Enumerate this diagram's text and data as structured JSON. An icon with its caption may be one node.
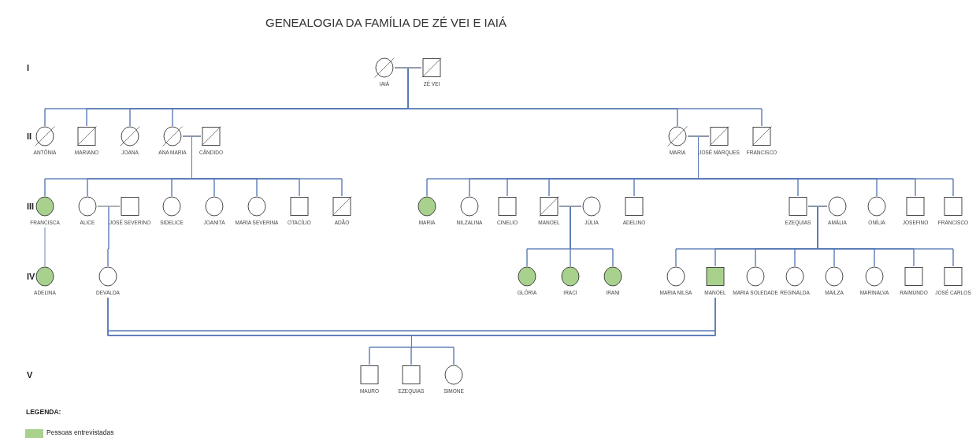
{
  "diagram": {
    "title": "GENEALOGIA DA FAMÍLIA DE ZÉ VEI E IAIÁ",
    "nodes": [
      {
        "text": [],
        "shape": "circle",
        "beside": [
          "IAIÁ"
        ]
      },
      {
        "text": [],
        "shape": "box",
        "beside": [
          "ZÉ VEI"
        ]
      },
      {
        "text": [],
        "shape": "circle",
        "beside": [
          "ANTÔNIA"
        ]
      },
      {
        "text": [],
        "shape": "box",
        "beside": [
          "MARIANO"
        ]
      },
      {
        "text": [],
        "shape": "circle",
        "beside": [
          "JOANA"
        ]
      },
      {
        "text": [],
        "shape": "circle",
        "beside": [
          "ANA MARIA"
        ]
      },
      {
        "text": [],
        "shape": "box",
        "beside": [
          "CÂNDIDO"
        ]
      },
      {
        "text": [],
        "shape": "circle",
        "beside": [
          "MARIA"
        ]
      },
      {
        "text": [],
        "shape": "box",
        "beside": [
          "JOSÉ MARQUES"
        ]
      },
      {
        "text": [],
        "shape": "box",
        "beside": [
          "FRANCISCO"
        ]
      },
      {
        "text": [],
        "shape": "circle",
        "beside": [
          "FRANCISCA"
        ]
      },
      {
        "text": [],
        "shape": "circle",
        "beside": [
          "ALICE"
        ]
      },
      {
        "text": [],
        "shape": "box",
        "beside": [
          "JOSÉ SEVERINO"
        ]
      },
      {
        "text": [],
        "shape": "circle",
        "beside": [
          "SIDELICE"
        ]
      },
      {
        "text": [],
        "shape": "circle",
        "beside": [
          "JOANITA"
        ]
      },
      {
        "text": [],
        "shape": "circle",
        "beside": [
          "MARIA SEVERINA"
        ]
      },
      {
        "text": [],
        "shape": "box",
        "beside": [
          "OTACÍLIO"
        ]
      },
      {
        "text": [],
        "shape": "box",
        "beside": [
          "ADÃO"
        ]
      },
      {
        "text": [],
        "shape": "circle",
        "beside": [
          "MARIA"
        ]
      },
      {
        "text": [],
        "shape": "circle",
        "beside": [
          "NILZALINA"
        ]
      },
      {
        "text": [],
        "shape": "box",
        "beside": [
          "CINELIO"
        ]
      },
      {
        "text": [],
        "shape": "box",
        "beside": [
          "MANOEL"
        ]
      },
      {
        "text": [],
        "shape": "circle",
        "beside": [
          "JÚLIA"
        ]
      },
      {
        "text": [],
        "shape": "box",
        "beside": [
          "ADELINO"
        ]
      },
      {
        "text": [],
        "shape": "box",
        "beside": [
          "EZEQUIAS"
        ]
      },
      {
        "text": [],
        "shape": "circle",
        "beside": [
          "AMÁLIA"
        ]
      },
      {
        "text": [],
        "shape": "circle",
        "beside": [
          "ONÍLIA"
        ]
      },
      {
        "text": [],
        "shape": "box",
        "beside": [
          "JOSEFINO"
        ]
      },
      {
        "text": [],
        "shape": "box",
        "beside": [
          "FRANCISCO"
        ]
      },
      {
        "text": [],
        "shape": "circle",
        "beside": [
          "ADELINA"
        ]
      },
      {
        "text": [],
        "shape": "circle",
        "beside": [
          "DEVALDA"
        ]
      },
      {
        "text": [],
        "shape": "circle",
        "beside": [
          "GLÓRIA"
        ]
      },
      {
        "text": [],
        "shape": "circle",
        "beside": [
          "IRACI"
        ]
      },
      {
        "text": [],
        "shape": "circle",
        "beside": [
          "IRANI"
        ]
      },
      {
        "text": [],
        "shape": "circle",
        "beside": [
          "MARIA NILSA"
        ]
      },
      {
        "text": [],
        "shape": "box",
        "beside": [
          "MANOEL"
        ]
      },
      {
        "text": [],
        "shape": "circle",
        "beside": [
          "MARIA SOLEDADE"
        ]
      },
      {
        "text": [],
        "shape": "circle",
        "beside": [
          "REGINALDA"
        ]
      },
      {
        "text": [],
        "shape": "circle",
        "beside": [
          "MAILZA"
        ]
      },
      {
        "text": [],
        "shape": "circle",
        "beside": [
          "MARINALVA"
        ]
      },
      {
        "text": [],
        "shape": "box",
        "beside": [
          "RAIMUNDO"
        ]
      },
      {
        "text": [],
        "shape": "box",
        "beside": [
          "JOSÉ CARLOS"
        ]
      },
      {
        "text": [],
        "shape": "box",
        "beside": [
          "MAURO"
        ]
      },
      {
        "text": [],
        "shape": "box",
        "beside": [
          "EZEQUIAS"
        ]
      },
      {
        "text": [],
        "shape": "circle",
        "beside": [
          "SIMONE"
        ]
      }
    ],
    "edges": [
      {
        "from": 0,
        "to": 1,
        "arrow": "none",
        "color": "#a6a6a6"
      },
      {
        "from": 5,
        "to": 6,
        "arrow": "none",
        "color": "#a6a6a6"
      },
      {
        "from": 7,
        "to": 8,
        "arrow": "none",
        "color": "#a6a6a6"
      },
      {
        "from": 11,
        "to": 12,
        "arrow": "none",
        "color": "#a6a6a6"
      },
      {
        "from": 21,
        "to": 22,
        "arrow": "none",
        "color": "#a6a6a6"
      },
      {
        "from": 24,
        "to": 25,
        "arrow": "none",
        "color": "#a6a6a6"
      },
      {
        "from": 30,
        "to": 35,
        "arrow": "none"
      },
      {
        "from": 0,
        "to": 2,
        "arrow": "none"
      },
      {
        "from": 1,
        "to": 2,
        "arrow": "none"
      },
      {
        "from": 0,
        "to": 3,
        "arrow": "none"
      },
      {
        "from": 1,
        "to": 3,
        "arrow": "none"
      },
      {
        "from": 0,
        "to": 4,
        "arrow": "none"
      },
      {
        "from": 1,
        "to": 4,
        "arrow": "none"
      },
      {
        "from": 0,
        "to": 5,
        "arrow": "none"
      },
      {
        "from": 1,
        "to": 5,
        "arrow": "none"
      },
      {
        "from": 0,
        "to": 7,
        "arrow": "none"
      },
      {
        "from": 1,
        "to": 7,
        "arrow": "none"
      },
      {
        "from": 0,
        "to": 9,
        "arrow": "none"
      },
      {
        "from": 1,
        "to": 9,
        "arrow": "none"
      },
      {
        "from": 5,
        "to": 10,
        "arrow": "none"
      },
      {
        "from": 6,
        "to": 10,
        "arrow": "none"
      },
      {
        "from": 5,
        "to": 11,
        "arrow": "none"
      },
      {
        "from": 6,
        "to": 11,
        "arrow": "none"
      },
      {
        "from": 5,
        "to": 13,
        "arrow": "none"
      },
      {
        "from": 6,
        "to": 13,
        "arrow": "none"
      },
      {
        "from": 5,
        "to": 14,
        "arrow": "none"
      },
      {
        "from": 6,
        "to": 14,
        "arrow": "none"
      },
      {
        "from": 5,
        "to": 15,
        "arrow": "none"
      },
      {
        "from": 6,
        "to": 15,
        "arrow": "none"
      },
      {
        "from": 5,
        "to": 16,
        "arrow": "none"
      },
      {
        "from": 6,
        "to": 16,
        "arrow": "none"
      },
      {
        "from": 5,
        "to": 17,
        "arrow": "none"
      },
      {
        "from": 6,
        "to": 17,
        "arrow": "none"
      },
      {
        "from": 7,
        "to": 18,
        "arrow": "none"
      },
      {
        "from": 8,
        "to": 18,
        "arrow": "none"
      },
      {
        "from": 7,
        "to": 19,
        "arrow": "none"
      },
      {
        "from": 8,
        "to": 19,
        "arrow": "none"
      },
      {
        "from": 7,
        "to": 20,
        "arrow": "none"
      },
      {
        "from": 8,
        "to": 20,
        "arrow": "none"
      },
      {
        "from": 7,
        "to": 21,
        "arrow": "none"
      },
      {
        "from": 8,
        "to": 21,
        "arrow": "none"
      },
      {
        "from": 7,
        "to": 23,
        "arrow": "none"
      },
      {
        "from": 8,
        "to": 23,
        "arrow": "none"
      },
      {
        "from": 7,
        "to": 24,
        "arrow": "none"
      },
      {
        "from": 8,
        "to": 24,
        "arrow": "none"
      },
      {
        "from": 7,
        "to": 26,
        "arrow": "none"
      },
      {
        "from": 8,
        "to": 26,
        "arrow": "none"
      },
      {
        "from": 7,
        "to": 27,
        "arrow": "none"
      },
      {
        "from": 8,
        "to": 27,
        "arrow": "none"
      },
      {
        "from": 7,
        "to": 28,
        "arrow": "none"
      },
      {
        "from": 8,
        "to": 28,
        "arrow": "none"
      },
      {
        "from": 10,
        "to": 29,
        "arrow": "none"
      },
      {
        "from": 11,
        "to": 30,
        "arrow": "none"
      },
      {
        "from": 12,
        "to": 30,
        "arrow": "none"
      },
      {
        "from": 21,
        "to": 31,
        "arrow": "none"
      },
      {
        "from": 22,
        "to": 31,
        "arrow": "none"
      },
      {
        "from": 21,
        "to": 32,
        "arrow": "none"
      },
      {
        "from": 22,
        "to": 32,
        "arrow": "none"
      },
      {
        "from": 21,
        "to": 33,
        "arrow": "none"
      },
      {
        "from": 22,
        "to": 33,
        "arrow": "none"
      },
      {
        "from": 24,
        "to": 34,
        "arrow": "none"
      },
      {
        "from": 25,
        "to": 34,
        "arrow": "none"
      },
      {
        "from": 24,
        "to": 35,
        "arrow": "none"
      },
      {
        "from": 25,
        "to": 35,
        "arrow": "none"
      },
      {
        "from": 24,
        "to": 36,
        "arrow": "none"
      },
      {
        "from": 25,
        "to": 36,
        "arrow": "none"
      },
      {
        "from": 24,
        "to": 37,
        "arrow": "none"
      },
      {
        "from": 25,
        "to": 37,
        "arrow": "none"
      },
      {
        "from": 24,
        "to": 38,
        "arrow": "none"
      },
      {
        "from": 25,
        "to": 38,
        "arrow": "none"
      },
      {
        "from": 24,
        "to": 39,
        "arrow": "none"
      },
      {
        "from": 25,
        "to": 39,
        "arrow": "none"
      },
      {
        "from": 24,
        "to": 40,
        "arrow": "none"
      },
      {
        "from": 25,
        "to": 40,
        "arrow": "none"
      },
      {
        "from": 24,
        "to": 41,
        "arrow": "none"
      },
      {
        "from": 25,
        "to": 41,
        "arrow": "none"
      },
      {
        "from": 30,
        "to": 42,
        "arrow": "none"
      },
      {
        "from": 35,
        "to": 42,
        "arrow": "none"
      },
      {
        "from": 30,
        "to": 43,
        "arrow": "none"
      },
      {
        "from": 35,
        "to": 43,
        "arrow": "none"
      },
      {
        "from": 30,
        "to": 44,
        "arrow": "none"
      },
      {
        "from": 35,
        "to": 44,
        "arrow": "none"
      }
    ],
    "labels": [
      "I",
      "II",
      "III",
      "IV",
      "V",
      "LEGENDA:"
    ],
    "legend": [
      {
        "text": "Pessoas entrevistadas",
        "color": "#a9d18e"
      }
    ]
  }
}
